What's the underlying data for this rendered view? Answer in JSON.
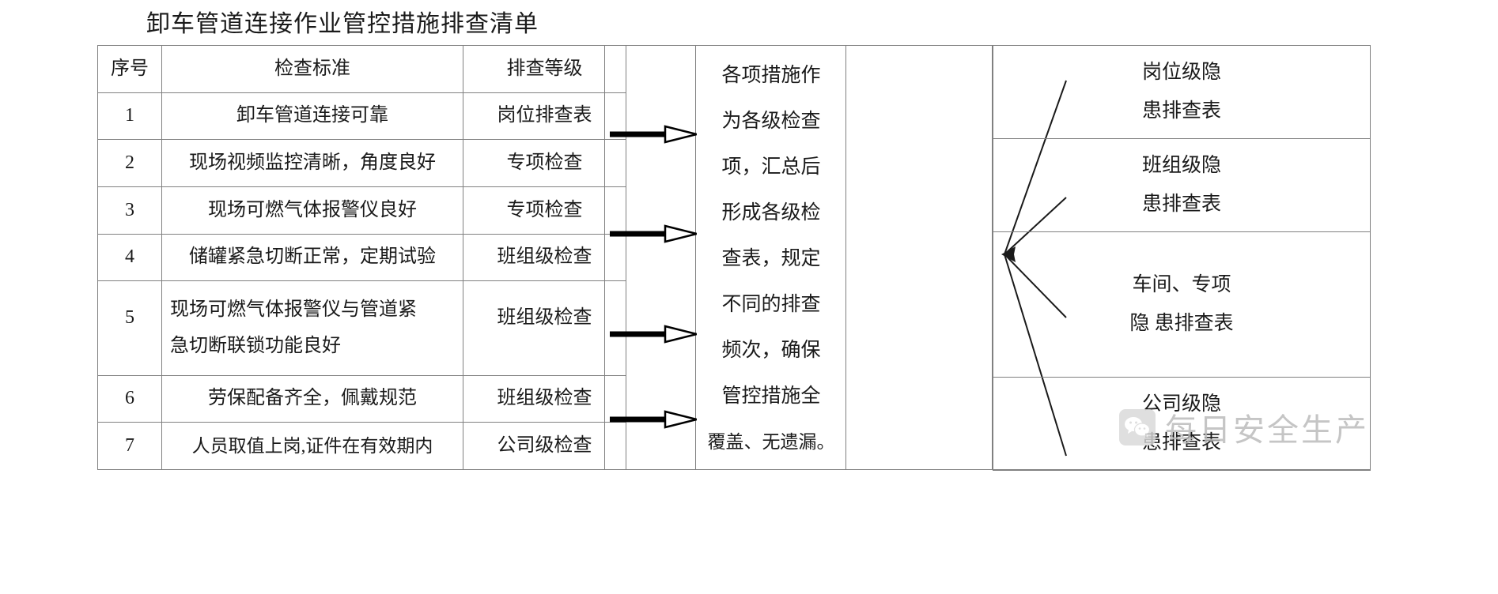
{
  "document": {
    "title": "卸车管道连接作业管控措施排查清单"
  },
  "checklist": {
    "headers": {
      "no": "序号",
      "standard": "检查标准",
      "level": "排查等级"
    },
    "rows": [
      {
        "no": "1",
        "standard": "卸车管道连接可靠",
        "standard_line2": "",
        "level": "岗位排查表"
      },
      {
        "no": "2",
        "standard": "现场视频监控清晰，角度良好",
        "standard_line2": "",
        "level": "专项检查"
      },
      {
        "no": "3",
        "standard": "现场可燃气体报警仪良好",
        "standard_line2": "",
        "level": "专项检查"
      },
      {
        "no": "4",
        "standard": "储罐紧急切断正常，定期试验",
        "standard_line2": "",
        "level": "班组级检查"
      },
      {
        "no": "5",
        "standard": "现场可燃气体报警仪与管道紧",
        "standard_line2": "急切断联锁功能良好",
        "level": "班组级检查"
      },
      {
        "no": "6",
        "standard": "劳保配备齐全，佩戴规范",
        "standard_line2": "",
        "level": "班组级检查"
      },
      {
        "no": "7",
        "standard": "人员取值上岗,证件在有效期内",
        "standard_line2": "",
        "level": "公司级检查"
      }
    ]
  },
  "summary": {
    "lines": [
      "各项措施作",
      "为各级检查",
      "项，汇总后",
      "形成各级检",
      "查表，规定",
      "不同的排查",
      "频次，确保",
      "管控措施全",
      "覆盖、无遗漏。"
    ]
  },
  "outputs": {
    "boxes": [
      {
        "line1": "岗位级隐",
        "line2": "患排查表"
      },
      {
        "line1": "班组级隐",
        "line2": "患排查表"
      },
      {
        "line1": "车间、专项",
        "line2": "隐 患排查表"
      },
      {
        "line1": "公司级隐",
        "line2": "患排查表"
      }
    ]
  },
  "arrows": {
    "icon": "right-arrow-icon",
    "count": 4
  },
  "watermark": {
    "text": "每日安全生产",
    "icon": "wechat-icon"
  },
  "colors": {
    "grid": "#808080",
    "text": "#1a1a1a",
    "arrow": "#000000",
    "watermark": "#b9b9b9"
  }
}
